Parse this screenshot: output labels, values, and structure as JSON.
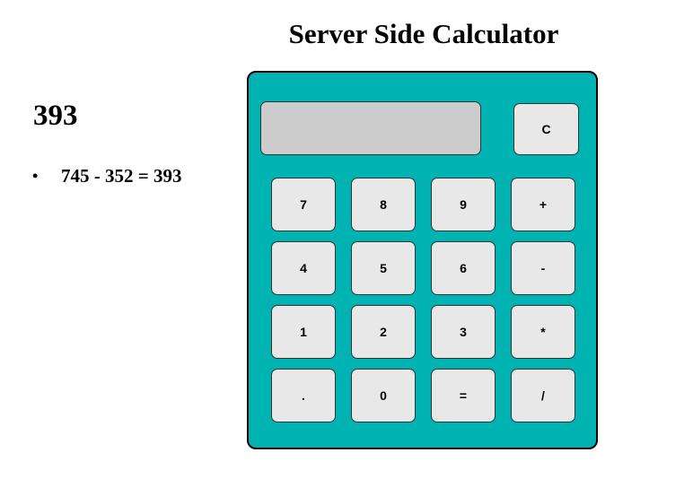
{
  "title": "Server Side Calculator",
  "result": "393",
  "history": [
    "745 - 352 = 393"
  ],
  "display": {
    "value": ""
  },
  "buttons": {
    "clear": "C",
    "rows": [
      [
        "7",
        "8",
        "9",
        "+"
      ],
      [
        "4",
        "5",
        "6",
        "-"
      ],
      [
        "1",
        "2",
        "3",
        "*"
      ],
      [
        ".",
        "0",
        "=",
        "/"
      ]
    ]
  },
  "colors": {
    "calculator_body": "#00b3b3",
    "display": "#cccccc",
    "button": "#e8e8e8"
  }
}
